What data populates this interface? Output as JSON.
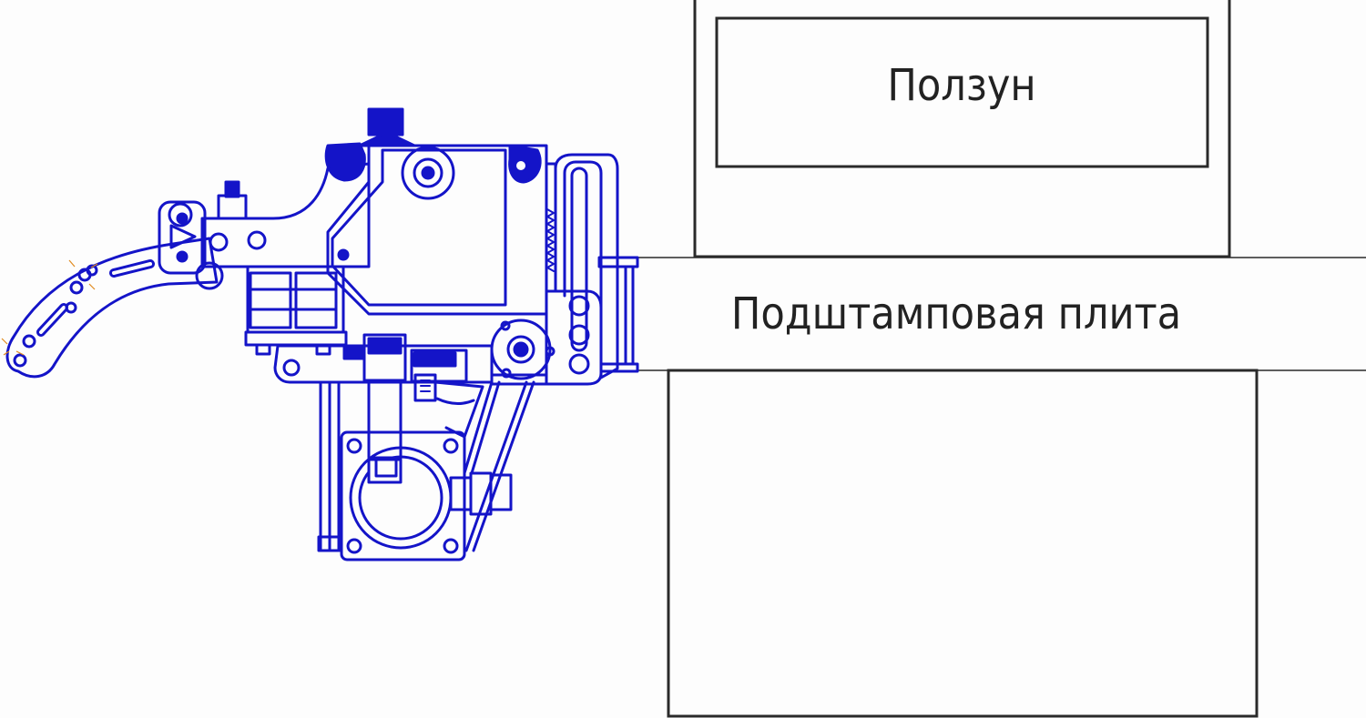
{
  "labels": {
    "slider": "Ползун",
    "die_plate": "Подштамповая плита"
  },
  "colors": {
    "mechanism": "#1414c8",
    "press_outline": "#2a2a2a",
    "text": "#222222",
    "background": "#fdfdfd",
    "spark": "#e08a1e"
  },
  "icons": {
    "mechanism": "feeder-mechanism-drawing"
  }
}
